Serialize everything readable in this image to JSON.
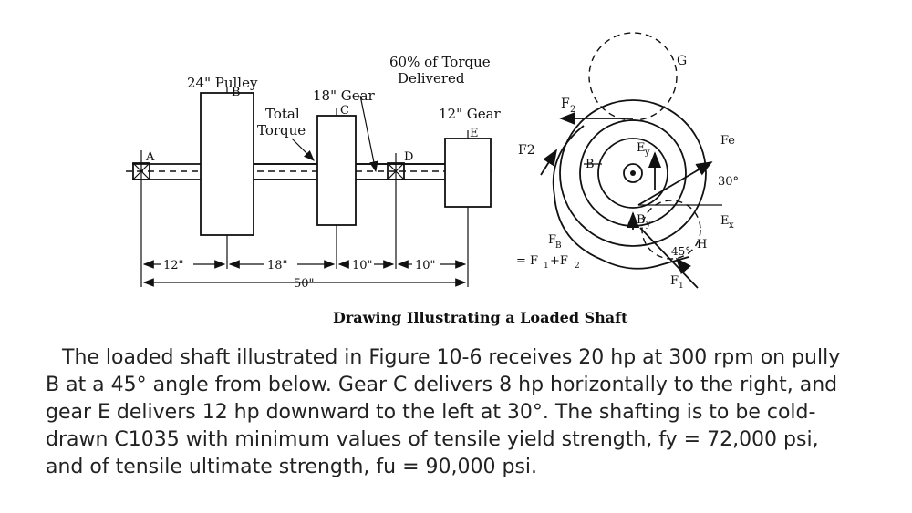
{
  "diagram": {
    "labels": {
      "pulley": "24\" Pulley",
      "point_b": "B",
      "gear18": "18\" Gear",
      "point_c": "C",
      "total_torque_1": "Total",
      "total_torque_2": "Torque",
      "pct_torque_1": "60% of Torque",
      "pct_torque_2": "Delivered",
      "gear12": "12\" Gear",
      "point_e": "E",
      "point_a": "A",
      "point_d": "D",
      "dim_12": "12\"",
      "dim_18": "18\"",
      "dim_10a": "10\"",
      "dim_10b": "10\"",
      "dim_50": "50\""
    },
    "endview": {
      "g": "G",
      "f2_top": "F",
      "f2_top_sub": "2",
      "f2_left": "F2",
      "b": "B",
      "ey": "E",
      "ey_sub": "y",
      "fe": "Fe",
      "angle30": "30°",
      "ex": "E",
      "ex_sub": "x",
      "by": "B",
      "by_sub": "y",
      "fb": "F",
      "fb_sub": "B",
      "fb_eq": "= F",
      "fb_eq_1": "1",
      "fb_eq_plus": "+F",
      "fb_eq_2": "2",
      "angle45": "45°",
      "h": "H",
      "f1": "F",
      "f1_sub": "1"
    },
    "caption": "Drawing Illustrating a Loaded Shaft"
  },
  "problem": {
    "line1": "The loaded shaft illustrated in Figure 10-6 receives 20 hp at 300 rpm on pully",
    "line2": "B at a 45° angle from below. Gear C delivers 8 hp horizontally to the right, and",
    "line3": "gear E delivers 12 hp downward to the left at 30°. The shafting is to be cold-",
    "line4": "drawn C1035 with minimum values of tensile yield strength, fy = 72,000 psi,",
    "line5": "and of tensile ultimate strength, fu = 90,000 psi."
  }
}
